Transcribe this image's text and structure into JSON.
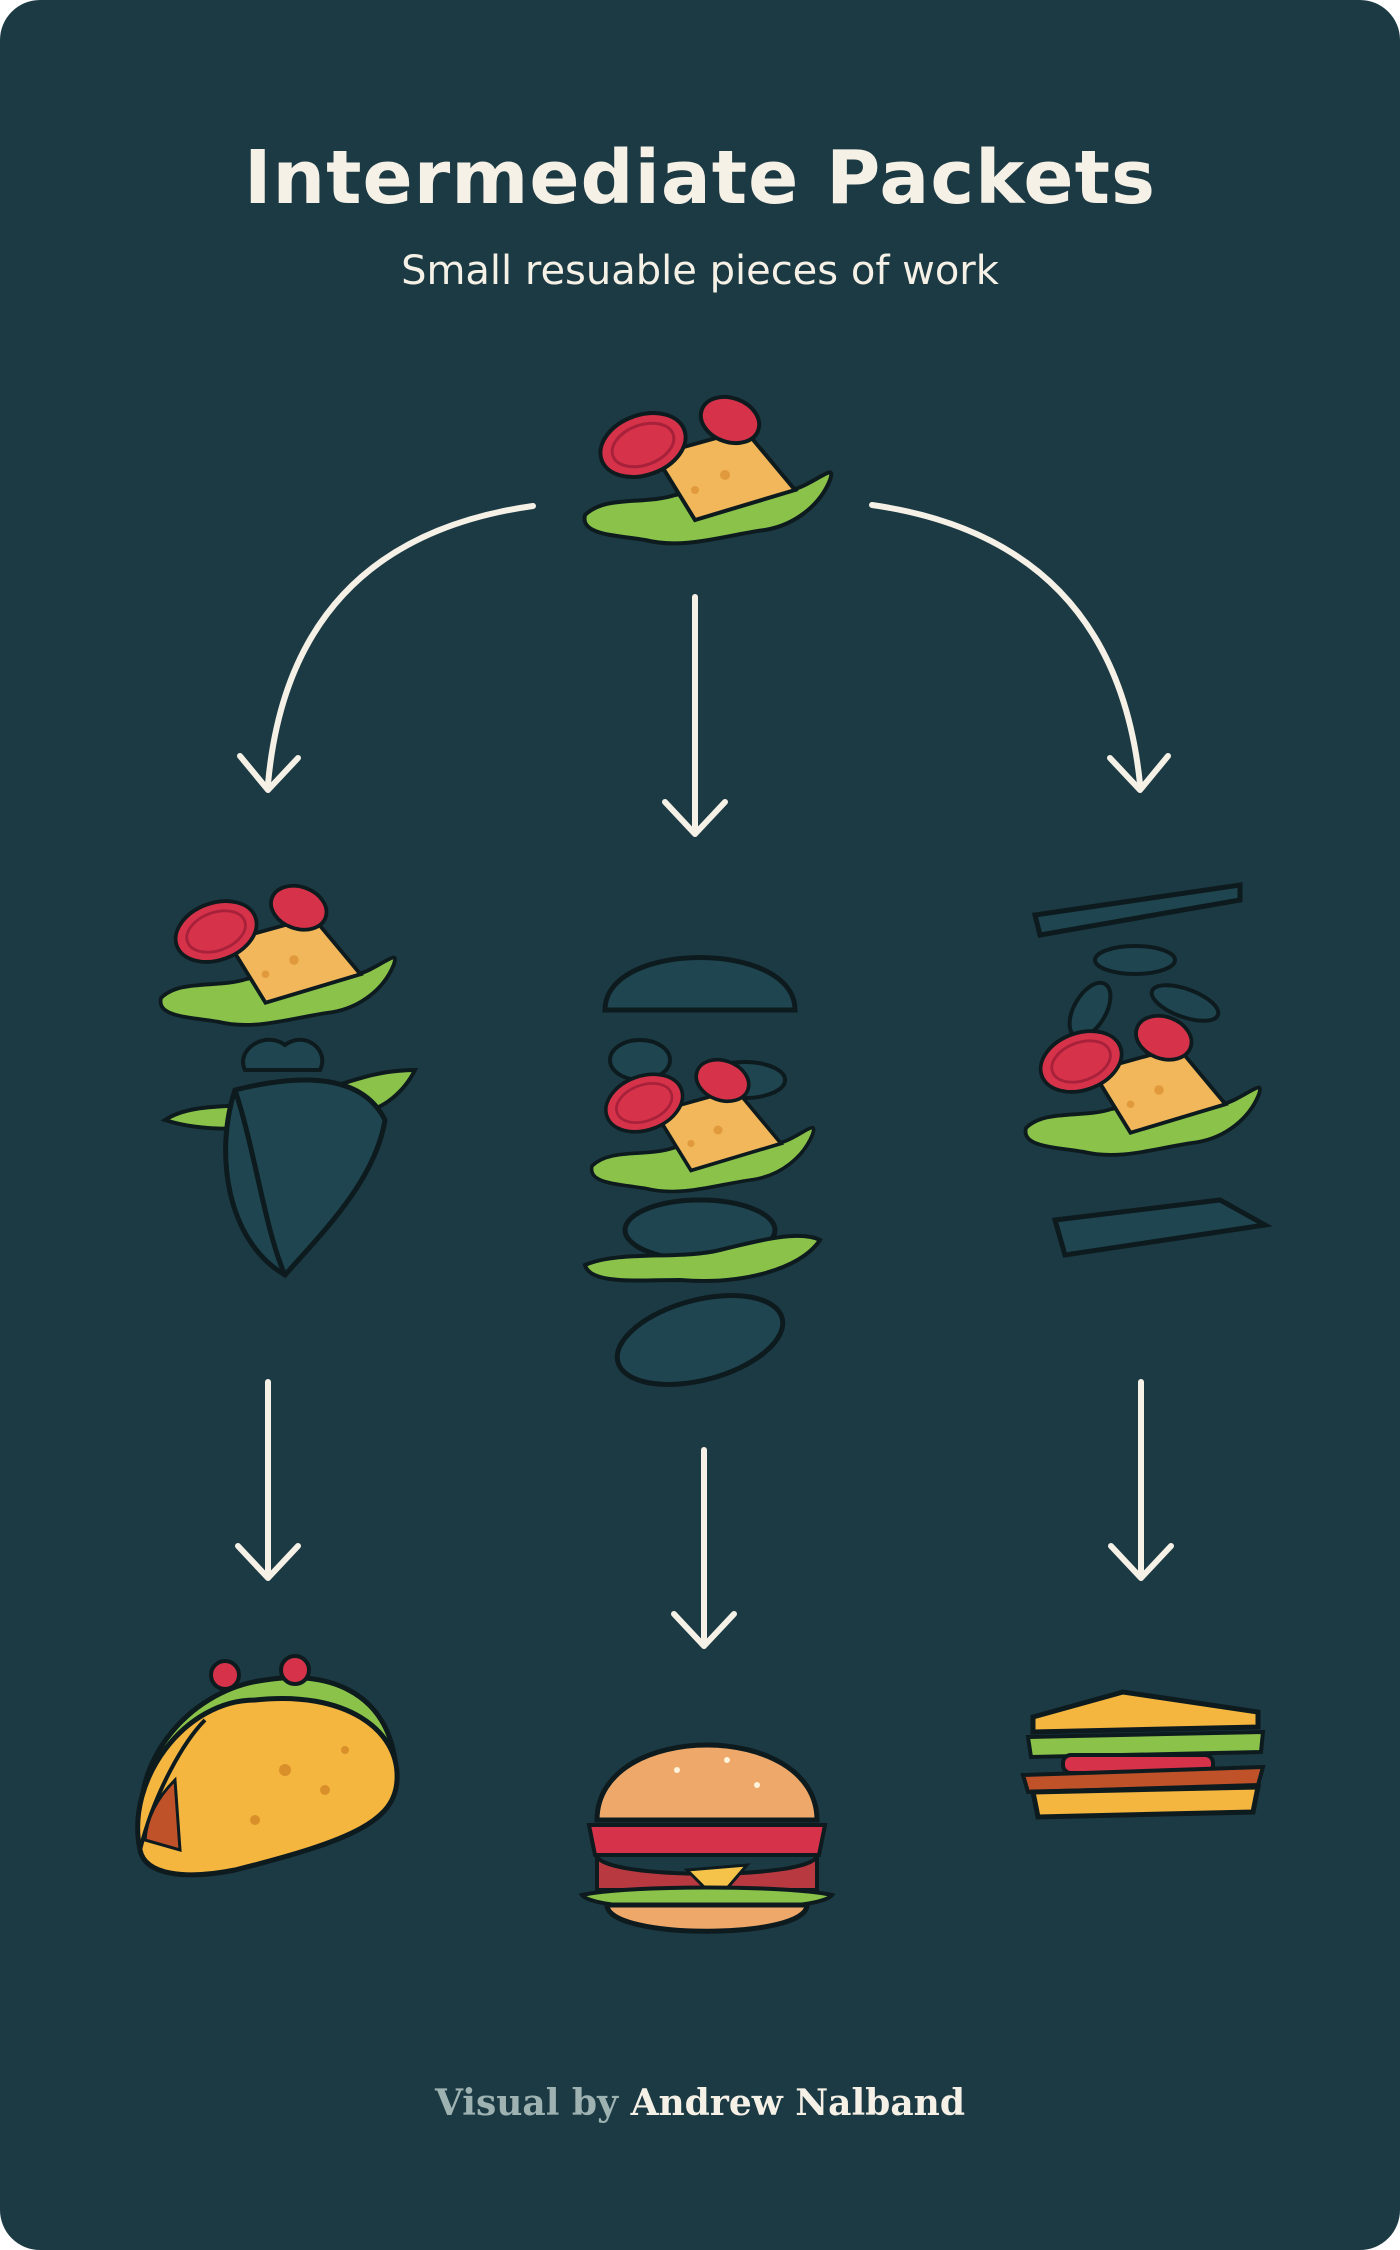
{
  "header": {
    "title": "Intermediate Packets",
    "subtitle": "Small resuable pieces of work"
  },
  "footer": {
    "prefix": "Visual by",
    "author": "Andrew Nalband"
  },
  "colors": {
    "background": "#1c3a44",
    "text": "#f6f1e6",
    "muted": "#9fb2b2",
    "salami": "#d6334a",
    "cheese": "#f2b75a",
    "lettuce": "#8bc34a",
    "bun": "#e8a868"
  }
}
